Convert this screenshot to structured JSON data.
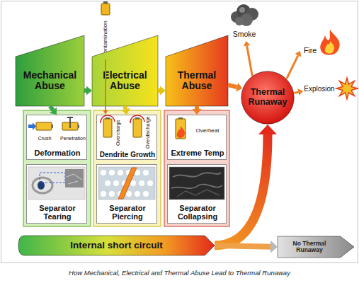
{
  "diagram": {
    "caption": "How Mechanical, Electrical and Thermal Abuse Lead to Thermal Runaway",
    "nodes": [
      {
        "text": [
          "Contamination"
        ]
      },
      {
        "text": [
          "Mechanical Abuse"
        ]
      },
      {
        "text": [
          "Electrical Abuse"
        ]
      },
      {
        "text": [
          "Thermal Abuse"
        ]
      },
      {
        "text": [
          "Smoke"
        ]
      },
      {
        "text": [
          "Thermal Runaway"
        ]
      },
      {
        "text": [
          "Fire"
        ]
      },
      {
        "text": [
          "Explosion"
        ]
      },
      {
        "text": [
          "Crush",
          "Penetration",
          "Deformation"
        ]
      },
      {
        "text": [
          "Overcharge",
          "Overdischarge",
          "Dendrite Growth"
        ]
      },
      {
        "text": [
          "Overheat",
          "Extreme Temp"
        ]
      },
      {
        "text": [
          "Separator Tearing"
        ]
      },
      {
        "text": [
          "Separator Piercing"
        ]
      },
      {
        "text": [
          "Separator Collapsing"
        ]
      },
      {
        "text": [
          "Internal short circuit"
        ]
      },
      {
        "text": [
          "No Thermal Runaway"
        ]
      }
    ],
    "edges": [
      {
        "from": 1,
        "to": 2,
        "arrow": "to"
      },
      {
        "from": 2,
        "to": 3,
        "arrow": "to"
      },
      {
        "from": 3,
        "to": 5,
        "arrow": "to"
      },
      {
        "from": 1,
        "to": 8,
        "arrow": "to"
      },
      {
        "from": 2,
        "to": 9,
        "arrow": "to"
      },
      {
        "from": 3,
        "to": 10,
        "arrow": "to"
      },
      {
        "from": 0,
        "to": 9,
        "arrow": "to"
      },
      {
        "from": 5,
        "to": 4,
        "arrow": "to"
      },
      {
        "from": 5,
        "to": 6,
        "arrow": "to"
      },
      {
        "from": 5,
        "to": 7,
        "arrow": "to"
      },
      {
        "from": 14,
        "to": 5,
        "arrow": "to"
      },
      {
        "from": 14,
        "to": 15,
        "arrow": "to"
      }
    ]
  }
}
